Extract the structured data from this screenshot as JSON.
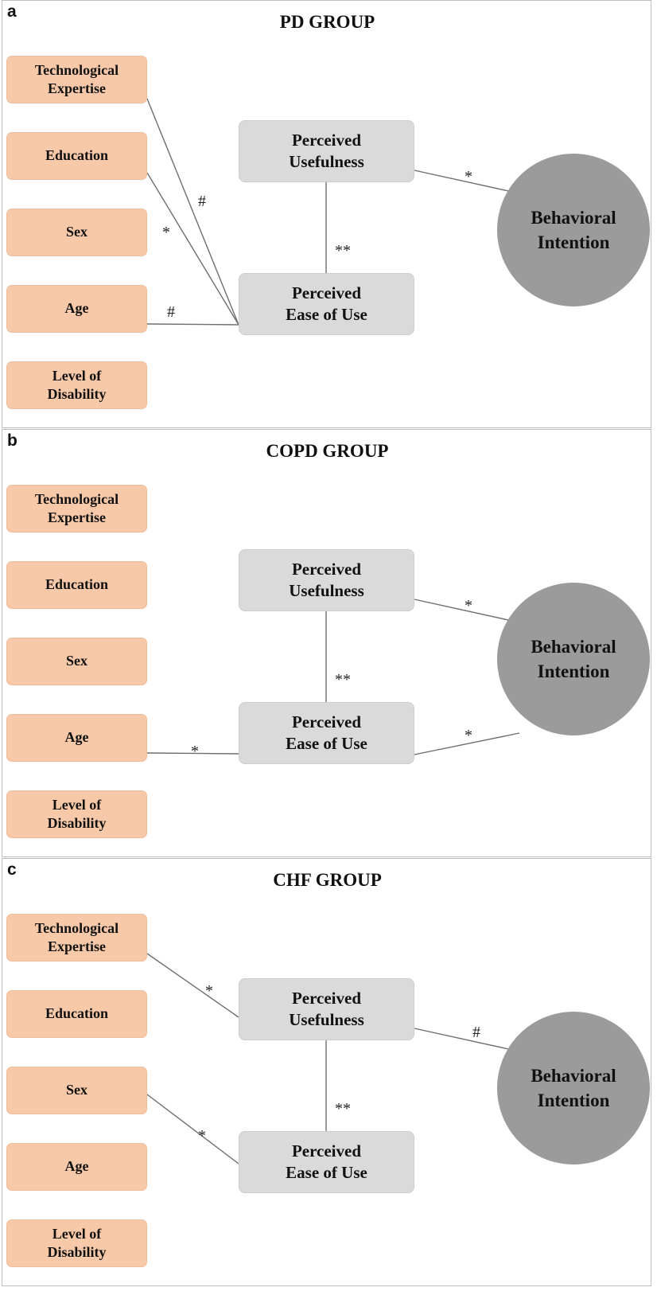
{
  "panels": [
    {
      "letter": "a",
      "title": "PD GROUP",
      "paths": [
        {
          "from": "technological_expertise",
          "to": "peou",
          "label": "#"
        },
        {
          "from": "education",
          "to": "peou",
          "label": "*"
        },
        {
          "from": "age",
          "to": "peou",
          "label": "#"
        },
        {
          "from": "peou",
          "to": "pu",
          "label": "**"
        },
        {
          "from": "pu",
          "to": "bi",
          "label": "*"
        }
      ]
    },
    {
      "letter": "b",
      "title": "COPD GROUP",
      "paths": [
        {
          "from": "age",
          "to": "peou",
          "label": "*"
        },
        {
          "from": "peou",
          "to": "pu",
          "label": "**"
        },
        {
          "from": "pu",
          "to": "bi",
          "label": "*"
        },
        {
          "from": "peou",
          "to": "bi",
          "label": "*"
        }
      ]
    },
    {
      "letter": "c",
      "title": "CHF GROUP",
      "paths": [
        {
          "from": "technological_expertise",
          "to": "pu",
          "label": "*"
        },
        {
          "from": "sex",
          "to": "peou",
          "label": "*"
        },
        {
          "from": "peou",
          "to": "pu",
          "label": "**"
        },
        {
          "from": "pu",
          "to": "bi",
          "label": "#"
        }
      ]
    }
  ],
  "nodes": {
    "technological_expertise": [
      "Technological",
      "Expertise"
    ],
    "education": "Education",
    "sex": "Sex",
    "age": "Age",
    "level_of_disability": [
      "Level of",
      "Disability"
    ],
    "pu": [
      "Perceived",
      "Usefulness"
    ],
    "peou": [
      "Perceived",
      "Ease of Use"
    ],
    "bi": [
      "Behavioral",
      "Intention"
    ]
  },
  "colors": {
    "factor_fill": "#f8c9a8",
    "construct_fill": "#dadada",
    "outcome_fill": "#9b9b9b",
    "line": "#6e6e6e"
  }
}
